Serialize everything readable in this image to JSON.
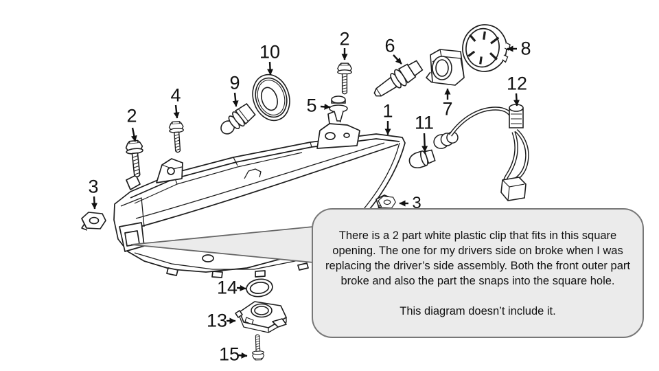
{
  "colors": {
    "background": "#ffffff",
    "line_art": "#1d1d1d",
    "label_text": "#111111",
    "callout_fill": "#ebebeb",
    "callout_border": "#777777"
  },
  "callout": {
    "paragraph1": "There is a 2 part white plastic clip that fits in this square opening. The one for my drivers side on broke when I was replacing the driver’s side assembly. Both the front outer part broke and also the part the snaps into the square hole.",
    "paragraph2": "This diagram doesn’t include it."
  },
  "part_labels": {
    "l1": "1",
    "l2a": "2",
    "l2b": "2",
    "l3a": "3",
    "l3b": "3",
    "l4": "4",
    "l5": "5",
    "l6": "6",
    "l7": "7",
    "l8": "8",
    "l9": "9",
    "l10": "10",
    "l11": "11",
    "l12": "12",
    "l13": "13",
    "l14": "14",
    "l15": "15"
  }
}
